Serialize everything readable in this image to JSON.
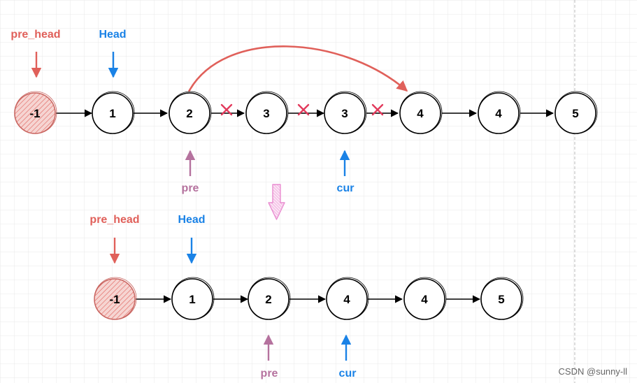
{
  "colors": {
    "red": "#e0605a",
    "blue": "#1a82e6",
    "purple": "#b5729e",
    "cross": "#e23a5c",
    "pink": "#e98cd0",
    "grid": "#e8e8e8",
    "gray": "#666666"
  },
  "top": {
    "nodes": [
      "-1",
      "1",
      "2",
      "3",
      "3",
      "4",
      "4",
      "5"
    ],
    "labels": {
      "pre_head": "pre_head",
      "head": "Head",
      "pre": "pre",
      "cur": "cur"
    }
  },
  "bottom": {
    "nodes": [
      "-1",
      "1",
      "2",
      "4",
      "4",
      "5"
    ],
    "labels": {
      "pre_head": "pre_head",
      "head": "Head",
      "pre": "pre",
      "cur": "cur"
    }
  },
  "watermark": "CSDN @sunny-ll"
}
